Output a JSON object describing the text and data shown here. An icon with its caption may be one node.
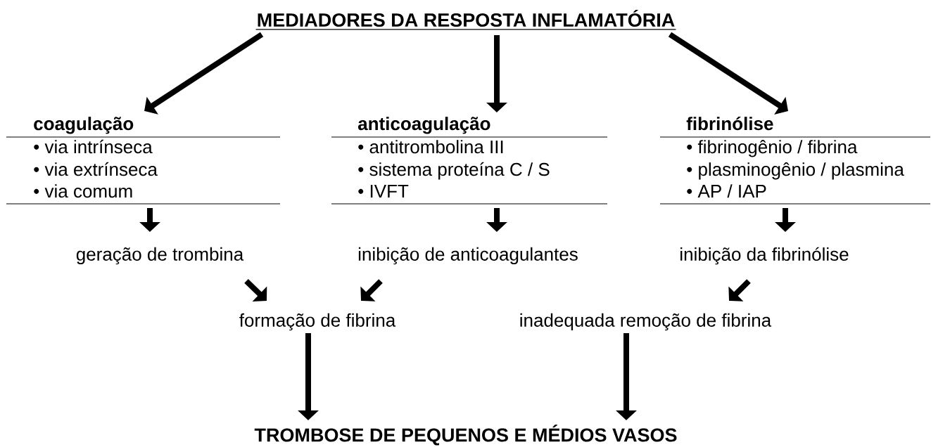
{
  "diagram": {
    "nodes": [
      {
        "text": [
          "MEDIADORES DA RESPOSTA INFLAMATÓRIA"
        ]
      },
      {
        "text": [
          "coagulação",
          "• via intrínseca",
          "• via extrínseca",
          "• via comum"
        ]
      },
      {
        "text": [
          "anticoagulação",
          "• antitrombolina III",
          "• sistema proteína C / S",
          "• IVFT"
        ]
      },
      {
        "text": [
          "fibrinólise",
          "• fibrinogênio / fibrina",
          "• plasminogênio / plasmina",
          "• AP / IAP"
        ]
      },
      {
        "text": [
          "geração de trombina"
        ]
      },
      {
        "text": [
          "inibição de anticoagulantes"
        ]
      },
      {
        "text": [
          "inibição da fibrinólise"
        ]
      },
      {
        "text": [
          "formação de fibrina"
        ]
      },
      {
        "text": [
          "inadequada remoção de fibrina"
        ]
      },
      {
        "text": [
          "TROMBOSE DE PEQUENOS E MÉDIOS VASOS"
        ]
      }
    ],
    "edges": [
      {
        "from": 0,
        "to": 1,
        "arrow": "to"
      },
      {
        "from": 0,
        "to": 2,
        "arrow": "to"
      },
      {
        "from": 0,
        "to": 3,
        "arrow": "to"
      },
      {
        "from": 1,
        "to": 4,
        "arrow": "to"
      },
      {
        "from": 2,
        "to": 5,
        "arrow": "to"
      },
      {
        "from": 3,
        "to": 6,
        "arrow": "to"
      },
      {
        "from": 4,
        "to": 7,
        "arrow": "to"
      },
      {
        "from": 5,
        "to": 7,
        "arrow": "to"
      },
      {
        "from": 6,
        "to": 8,
        "arrow": "to"
      },
      {
        "from": 7,
        "to": 9,
        "arrow": "to"
      },
      {
        "from": 8,
        "to": 9,
        "arrow": "to"
      }
    ]
  }
}
